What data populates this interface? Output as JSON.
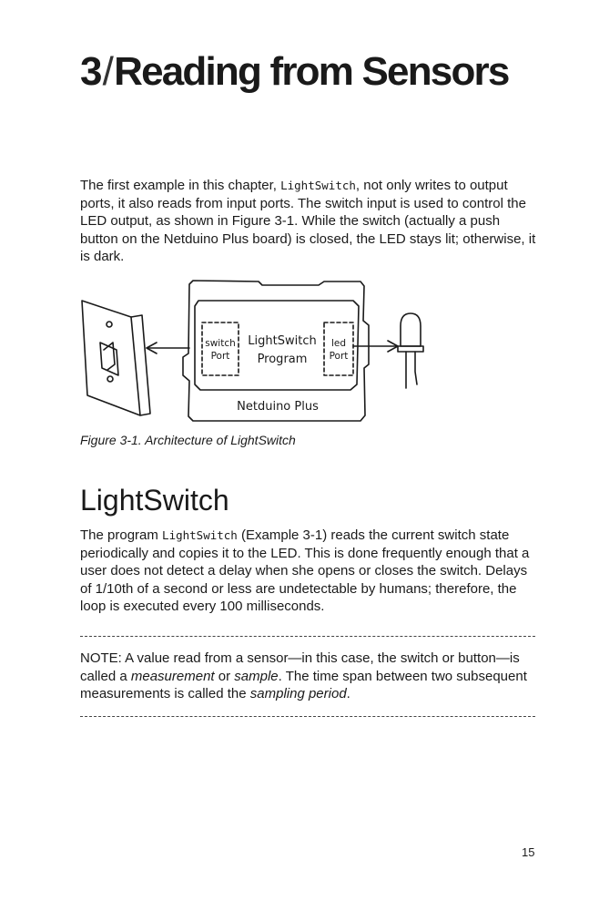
{
  "chapter": {
    "number": "3",
    "separator": "/",
    "title": "Reading from Sensors"
  },
  "intro": {
    "part1": "The first example in this chapter, ",
    "code": "LightSwitch",
    "part2": ", not only writes to output ports, it also reads from input ports. The switch input is used to control the LED output, as shown in Figure 3-1. While the switch (actually a push button on the Netduino Plus board) is closed, the LED stays lit; otherwise, it is dark."
  },
  "figure": {
    "switch_port_line1": "switch",
    "switch_port_line2": "Port",
    "program_line1": "LightSwitch",
    "program_line2": "Program",
    "led_port_line1": "led",
    "led_port_line2": "Port",
    "board_label": "Netduino Plus",
    "caption": "Figure 3-1. Architecture of LightSwitch"
  },
  "section": {
    "title": "LightSwitch"
  },
  "section_body": {
    "part1": "The program ",
    "code": "LightSwitch",
    "part2": " (Example 3-1) reads the current switch state periodically and copies it to the LED. This is done frequently enough that a user does not detect a delay when she opens or closes the switch. Delays of 1/10th of a second or less are undetectable by humans; therefore, the loop is executed every 100 milliseconds."
  },
  "note": {
    "part1": "NOTE: A value read from a sensor—in this case, the switch or button—is called a ",
    "em1": "measurement",
    "part2": " or ",
    "em2": "sample",
    "part3": ". The time span between two subsequent measurements is called the ",
    "em3": "sampling period",
    "part4": "."
  },
  "page_number": "15"
}
